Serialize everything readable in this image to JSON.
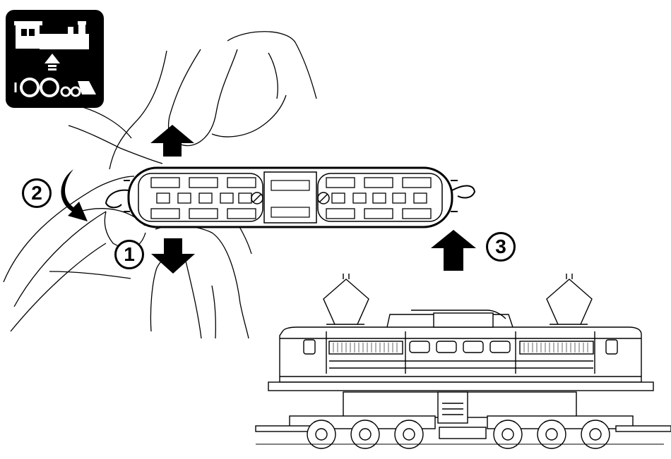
{
  "diagram": {
    "steps": [
      {
        "label": "1",
        "direction": "down"
      },
      {
        "label": "2",
        "direction": "rotate"
      },
      {
        "label": "3",
        "direction": "up"
      }
    ],
    "icons": {
      "corner_symbol": "steam-locomotive-icon",
      "hands": "hand-grip-icon",
      "bogie": "bogie-underside-icon",
      "locomotive": "electric-locomotive-icon"
    },
    "colors": {
      "ink": "#000000",
      "paper": "#ffffff"
    }
  }
}
